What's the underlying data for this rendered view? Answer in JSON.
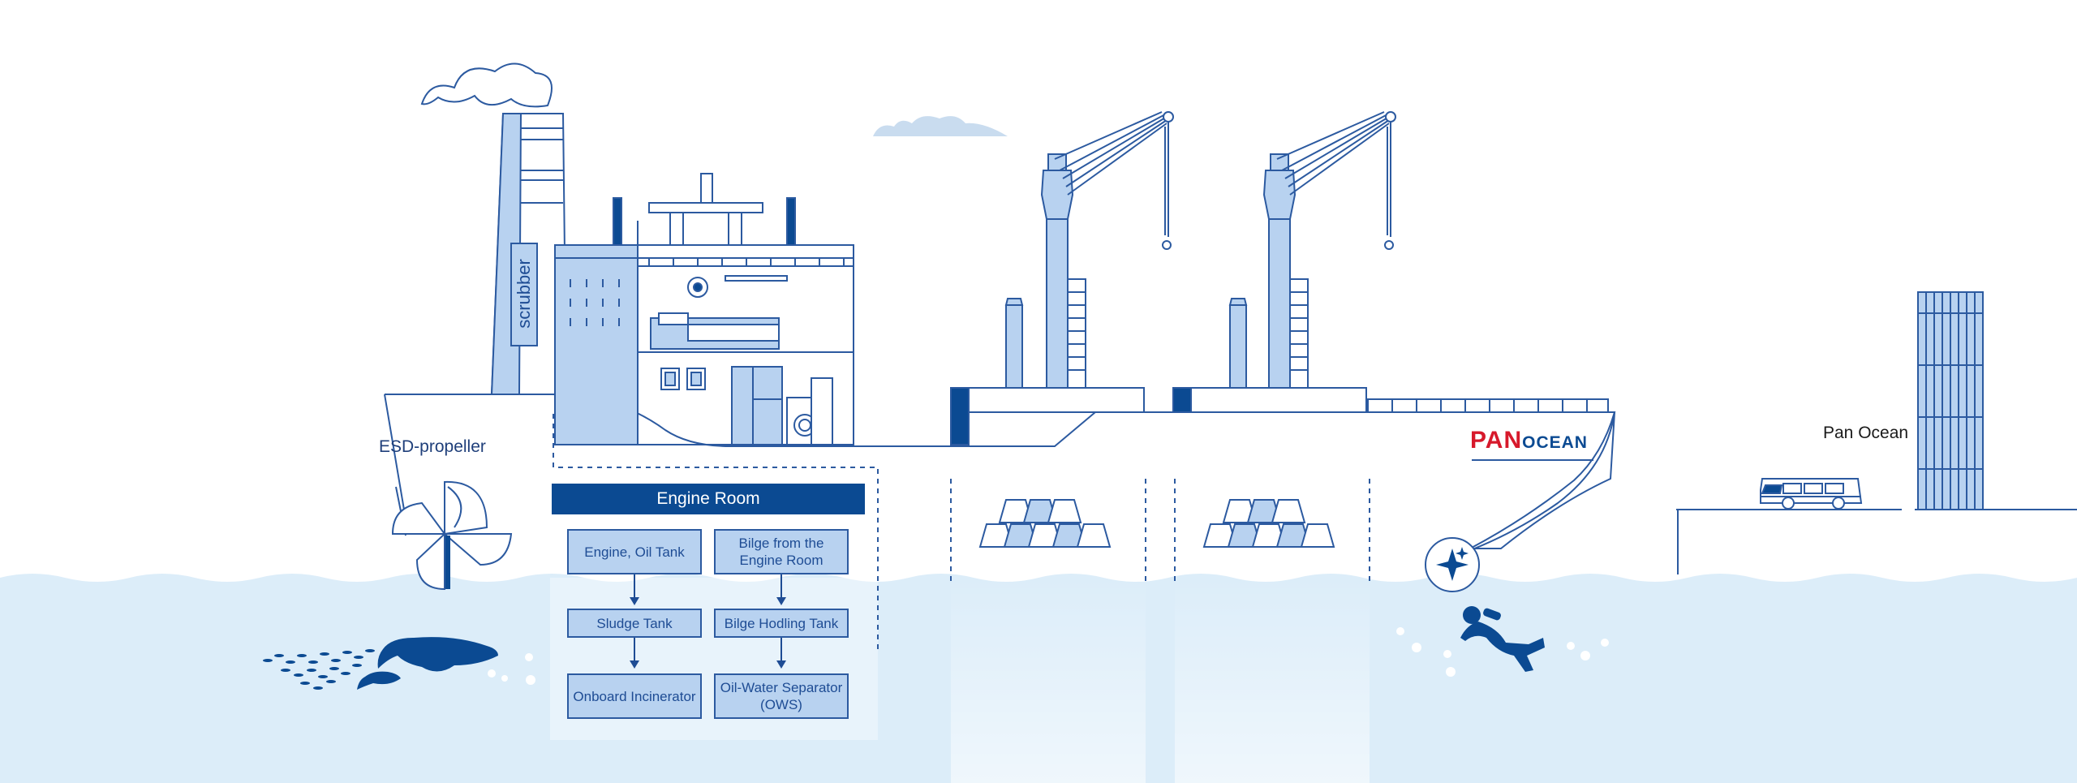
{
  "labels": {
    "scrubber": "scrubber",
    "esd_propeller": "ESD-propeller",
    "port": "Pan Ocean"
  },
  "brand": {
    "pan": "PAN",
    "ocean": "OCEAN",
    "pan_color": "#d7192b",
    "ocean_color": "#0b4a92"
  },
  "engine_room": {
    "title": "Engine Room",
    "left_column": [
      "Engine, Oil Tank",
      "Sludge Tank",
      "Onboard Incinerator"
    ],
    "right_column": [
      "Bilge from the\nEngine Room",
      "Bilge Hodling Tank",
      "Oil-Water Separator\n(OWS)"
    ]
  },
  "colors": {
    "line": "#2c5aa0",
    "fill_light": "#b8d2f0",
    "fill_dark": "#0b4a92",
    "water": "#dcedf9",
    "cloud": "#c9dcef"
  }
}
